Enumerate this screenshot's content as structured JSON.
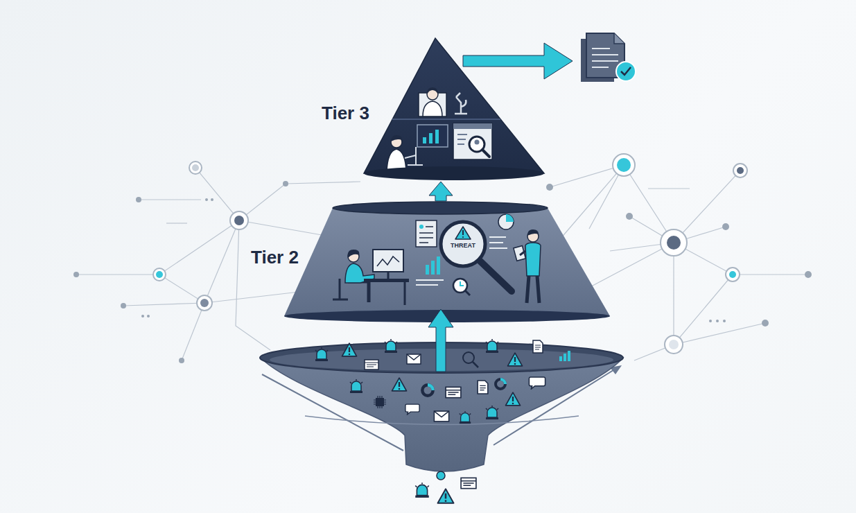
{
  "diagram": {
    "nodes": [
      {
        "text": [
          "Tier 3"
        ]
      },
      {
        "text": [
          "Tier 2"
        ]
      }
    ],
    "edges": [
      {
        "from": 1,
        "to": 0,
        "arrow": "to"
      }
    ],
    "labels": [
      "THREAT"
    ]
  }
}
